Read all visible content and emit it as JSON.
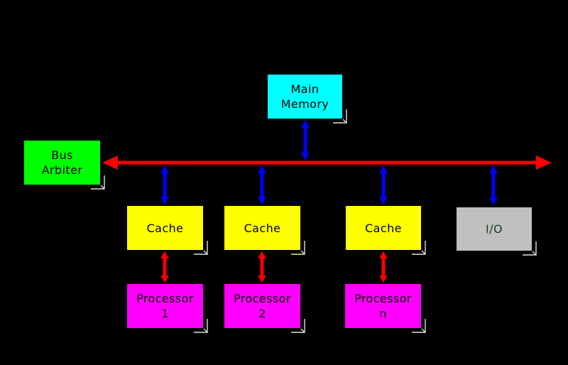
{
  "colors": {
    "background": "#000000",
    "bus": "#ff0000",
    "memory_bus_link": "#0000ff",
    "cache_processor_link": "#ff0000",
    "main_memory_fill": "#00ffff",
    "bus_arbiter_fill": "#00ff00",
    "cache_fill": "#ffff00",
    "io_fill": "#c0c0c0",
    "processor_fill": "#ff00ff",
    "label_text": "#000000",
    "io_text": "#1e3d1e",
    "shadow": "#e0e0e0"
  },
  "nodes": {
    "main_memory": {
      "lines": [
        "Main",
        "Memory"
      ]
    },
    "bus_arbiter": {
      "lines": [
        "Bus",
        "Arbiter"
      ]
    },
    "cache_1": {
      "label": "Cache"
    },
    "cache_2": {
      "label": "Cache"
    },
    "cache_3": {
      "label": "Cache"
    },
    "io": {
      "label": "I/O"
    },
    "processor_1": {
      "lines": [
        "Processor",
        "1"
      ]
    },
    "processor_2": {
      "lines": [
        "Processor",
        "2"
      ]
    },
    "processor_n": {
      "lines": [
        "Processor",
        "n"
      ]
    }
  }
}
